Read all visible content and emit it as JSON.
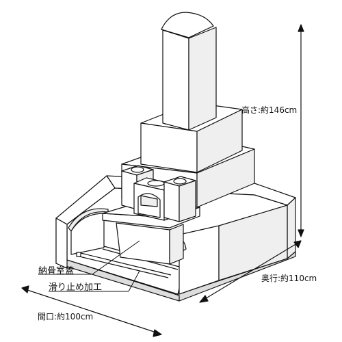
{
  "labels": {
    "height": "高さ:約146cm",
    "depth": "奥行:約110cm",
    "width": "間口:約100cm",
    "ossuary_lid": "納骨室蓋",
    "non_slip": "滑り止め加工"
  },
  "colors": {
    "line": "#111111",
    "stone_light": "#ffffff",
    "stone_shade": "#efefef",
    "stone_dark": "#dddddd"
  }
}
